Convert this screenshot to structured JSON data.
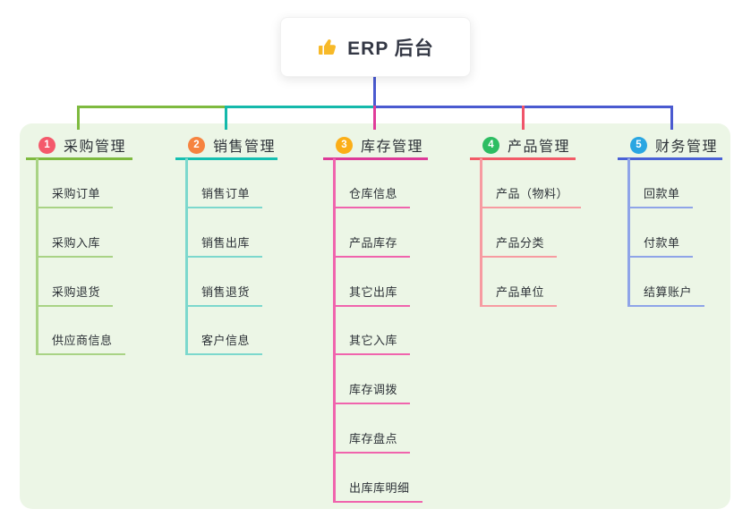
{
  "root": {
    "label": "ERP 后台",
    "icon": "thumbs-up"
  },
  "panel": {
    "background": "#ecf6e6"
  },
  "connectors": {
    "root_line": "#4a5ad0",
    "segment_left": "#7eba3f",
    "segment_middle": "#14b9ab",
    "segment_right": "#4a5ad0",
    "drops": {
      "d1": "#7eba3f",
      "d2": "#14b9ab",
      "d3": "#e03c9a",
      "d4": "#f0556a",
      "d5": "#4a5ad0"
    }
  },
  "branches": [
    {
      "index": "1",
      "label": "采购管理",
      "badge_color": "#f4596b",
      "line_color": "#7eba3f",
      "child_line_color": "#a9d385",
      "children": [
        "采购订单",
        "采购入库",
        "采购退货",
        "供应商信息"
      ]
    },
    {
      "index": "2",
      "label": "销售管理",
      "badge_color": "#f6833f",
      "line_color": "#15bfb1",
      "child_line_color": "#7cd8cd",
      "children": [
        "销售订单",
        "销售出库",
        "销售退货",
        "客户信息"
      ]
    },
    {
      "index": "3",
      "label": "库存管理",
      "badge_color": "#fbae17",
      "line_color": "#dd3a98",
      "child_line_color": "#f064ad",
      "children": [
        "仓库信息",
        "产品库存",
        "其它出库",
        "其它入库",
        "库存调拨",
        "库存盘点",
        "出库库明细"
      ]
    },
    {
      "index": "4",
      "label": "产品管理",
      "badge_color": "#2dbd62",
      "line_color": "#f25b67",
      "child_line_color": "#f79ba1",
      "children": [
        "产品（物料）",
        "产品分类",
        "产品单位"
      ]
    },
    {
      "index": "5",
      "label": "财务管理",
      "badge_color": "#2aa6e2",
      "line_color": "#4a61d6",
      "child_line_color": "#8fa4e8",
      "children": [
        "回款单",
        "付款单",
        "结算账户"
      ]
    }
  ]
}
